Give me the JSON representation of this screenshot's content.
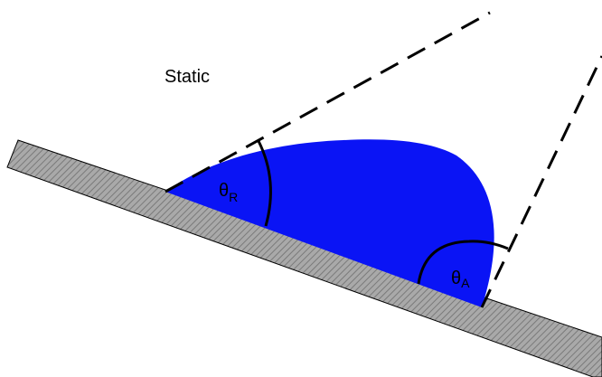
{
  "diagram": {
    "label": "Static",
    "receding_angle": {
      "symbol": "θ",
      "subscript": "R"
    },
    "advancing_angle": {
      "symbol": "θ",
      "subscript": "A"
    }
  },
  "colors": {
    "droplet": "#0a14f5",
    "surface_fill": "#a9a9a9",
    "hatch": "#7a7a7a",
    "stroke": "#000000"
  }
}
